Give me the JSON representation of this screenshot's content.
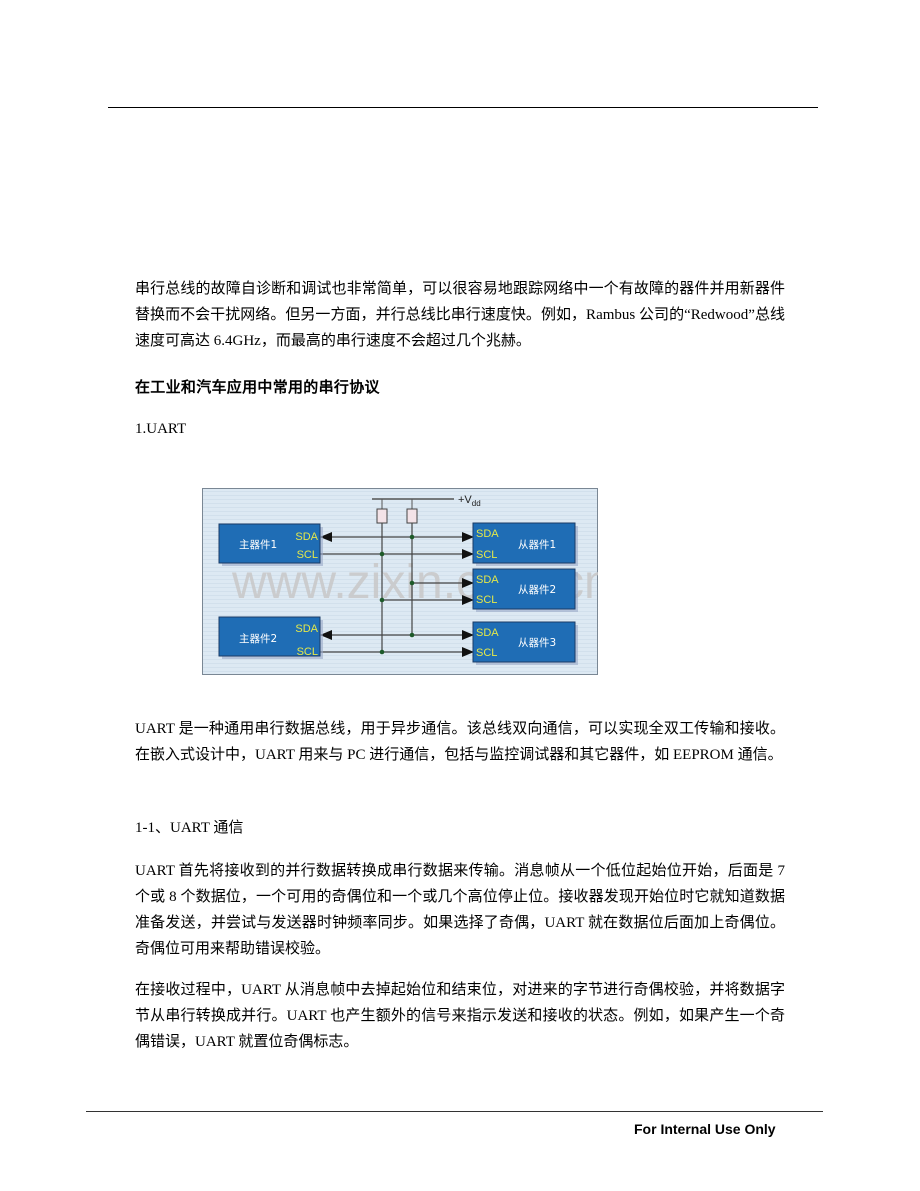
{
  "page": {
    "footer_text": "For Internal Use Only"
  },
  "content": {
    "para_intro": " 串行总线的故障自诊断和调试也非常简单，可以很容易地跟踪网络中一个有故障的器件并用新器件替换而不会干扰网络。但另一方面，并行总线比串行速度快。例如，Rambus 公司的“Redwood”总线速度可高达 6.4GHz，而最高的串行速度不会超过几个兆赫。",
    "heading_protocols": "在工业和汽车应用中常用的串行协议",
    "section_uart": "1.UART",
    "para_uart_desc": "  UART 是一种通用串行数据总线，用于异步通信。该总线双向通信，可以实现全双工传输和接收。在嵌入式设计中，UART 用来与 PC 进行通信，包括与监控调试器和其它器件，如 EEPROM 通信。",
    "subsection_uart_comm": "1-1、UART 通信",
    "para_uart_comm_1": "  UART 首先将接收到的并行数据转换成串行数据来传输。消息帧从一个低位起始位开始，后面是 7 个或 8 个数据位，一个可用的奇偶位和一个或几个高位停止位。接收器发现开始位时它就知道数据准备发送，并尝试与发送器时钟频率同步。如果选择了奇偶，UART 就在数据位后面加上奇偶位。奇偶位可用来帮助错误校验。",
    "para_uart_comm_2": "  在接收过程中，UART 从消息帧中去掉起始位和结束位，对进来的字节进行奇偶校验，并将数据字节从串行转换成并行。UART 也产生额外的信号来指示发送和接收的状态。例如，如果产生一个奇偶错误，UART 就置位奇偶标志。"
  },
  "figure": {
    "supply_label": "+V",
    "supply_subscript": "dd",
    "watermark": "www.zixin.com.cn",
    "masters": [
      {
        "label": "主器件1",
        "sda": "SDA",
        "scl": "SCL"
      },
      {
        "label": "主器件2",
        "sda": "SDA",
        "scl": "SCL"
      }
    ],
    "slaves": [
      {
        "label": "从器件1",
        "sda": "SDA",
        "scl": "SCL"
      },
      {
        "label": "从器件2",
        "sda": "SDA",
        "scl": "SCL"
      },
      {
        "label": "从器件3",
        "sda": "SDA",
        "scl": "SCL"
      }
    ],
    "colors": {
      "background": "#dde9f3",
      "box_fill": "#1f6db5",
      "box_border": "#1a3a66",
      "pin_text": "#e4e84a",
      "label_text": "#ffffff",
      "wire": "#333333",
      "junction": "#1d5a2a",
      "resistor": "#f3e3e8",
      "watermark": "#c8c8c8"
    }
  }
}
